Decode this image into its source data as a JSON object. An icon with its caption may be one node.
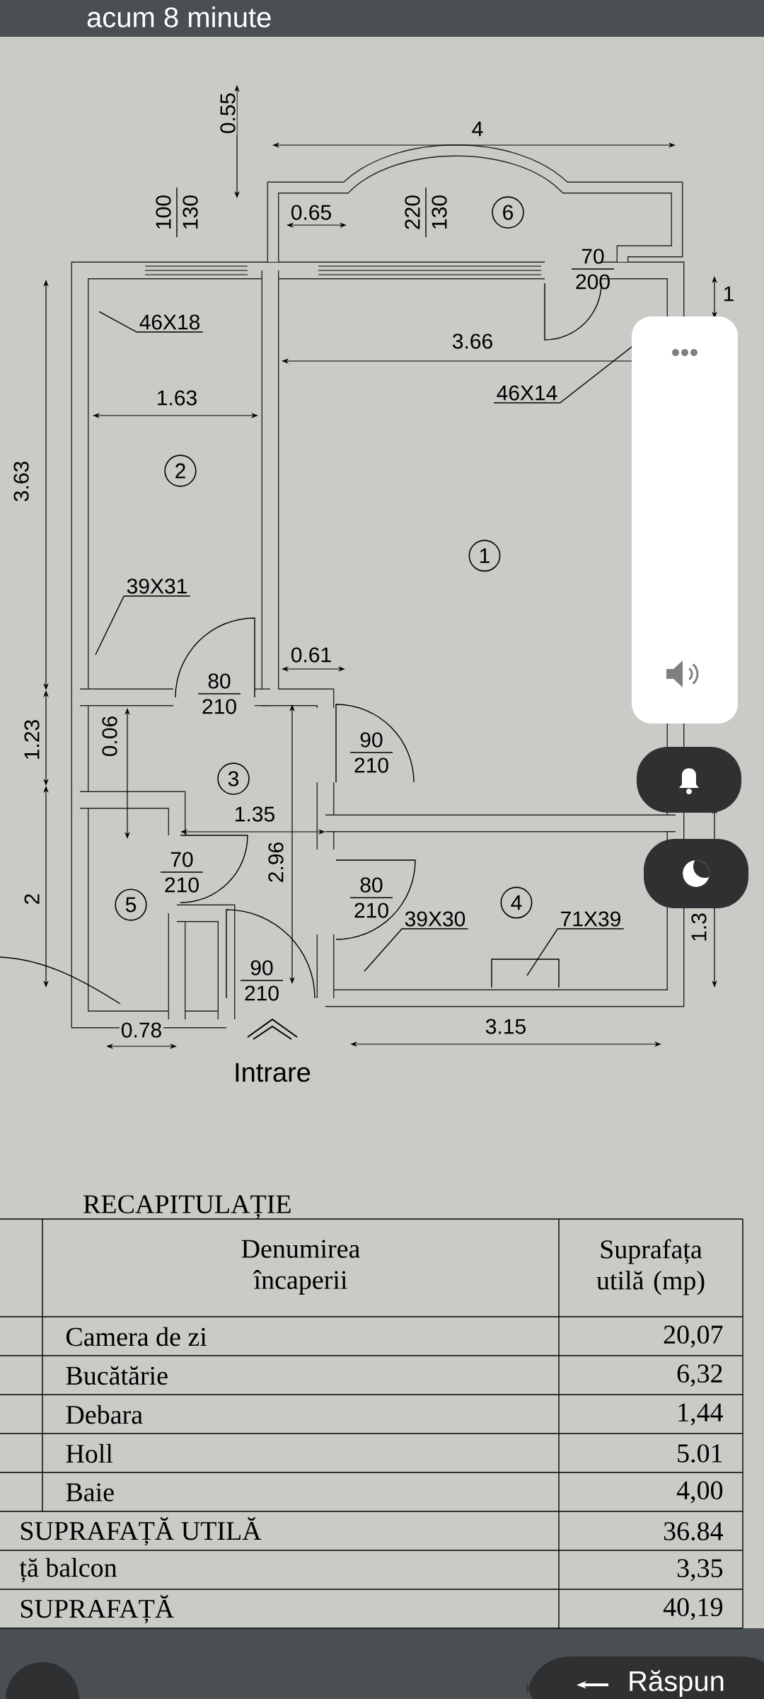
{
  "diagram": {
    "nodes": [
      {
        "text": [
          "6"
        ]
      },
      {
        "text": [
          "46X18"
        ]
      },
      {
        "text": [
          "46X14"
        ]
      },
      {
        "text": [
          "2"
        ]
      },
      {
        "text": [
          "1"
        ]
      },
      {
        "text": [
          "39X31"
        ]
      },
      {
        "text": [
          "3"
        ]
      },
      {
        "text": [
          "5"
        ]
      },
      {
        "text": [
          "4"
        ]
      },
      {
        "text": [
          "39X30"
        ]
      },
      {
        "text": [
          "71X39"
        ]
      }
    ],
    "edges": [
      {
        "from": 1,
        "to": null,
        "arrow": "none"
      },
      {
        "from": 2,
        "to": null,
        "arrow": "none"
      },
      {
        "from": 5,
        "to": null,
        "arrow": "none"
      },
      {
        "from": 9,
        "to": null,
        "arrow": "none"
      },
      {
        "from": 10,
        "to": null,
        "arrow": "none"
      }
    ],
    "labels": [
      "acum 8 minute",
      "0.55",
      "4",
      "100",
      "130",
      "0.65",
      "220",
      "130",
      "70",
      "200",
      "3.66",
      "1.63",
      "1",
      "3.63",
      "0.61",
      "80",
      "210",
      "90",
      "210",
      "1.23",
      "0.06",
      "1.35",
      "2.96",
      "70",
      "210",
      "80",
      "210",
      "2",
      "1.3",
      "90",
      "210",
      "0.78",
      "3.15",
      "Intrare",
      "RECAPITULAȚIE",
      "Denumirea încaperii",
      "Suprafața utilă (mp)",
      "Camera de zi",
      "20,07",
      "Bucătărie",
      "6,32",
      "Debara",
      "1,44",
      "Holl",
      "5.01",
      "Baie",
      "4,00",
      "SUPRAFAȚĂ UTILĂ",
      "36.84",
      "ță balcon",
      "3,35",
      "SUPRAFAȚĂ",
      "40,19",
      "Răspun"
    ]
  }
}
